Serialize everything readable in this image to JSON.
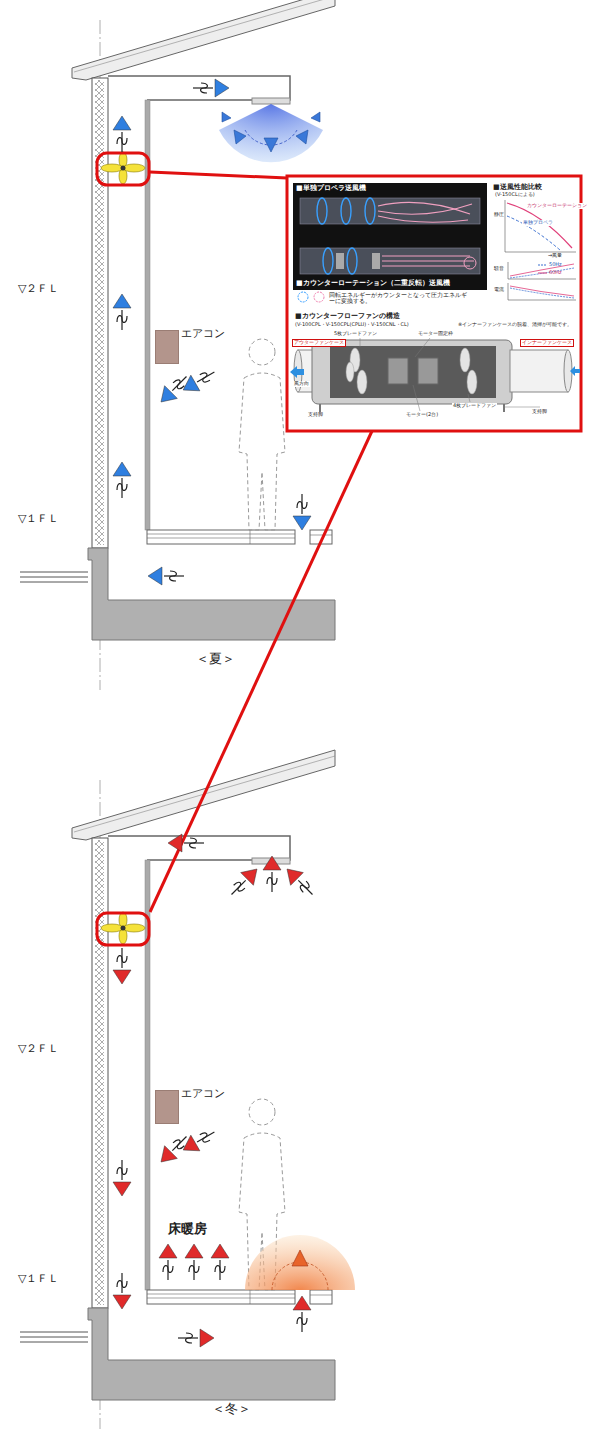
{
  "diagram": {
    "nodes": [
      {
        "text": [
          "■単独プロペラ送風機",
          "■カウンターローテーション（二重反転）送風機",
          "回転エネルギーがカウンターとなって圧力エネルギーに変換する。"
        ]
      },
      {
        "text": [
          "■送風性能比較",
          "(V-150CLによる)"
        ]
      },
      {
        "text": [
          "■カウンターフローファンの構造"
        ]
      },
      {
        "text": [
          "エアコン"
        ]
      },
      {
        "text": [
          "エアコン"
        ]
      }
    ],
    "labels": [
      "▽２ＦＬ",
      "▽１ＦＬ",
      "＜夏＞",
      "▽２ＦＬ",
      "▽１ＦＬ",
      "床暖房",
      "＜冬＞",
      "カウンターローテーション",
      "単独プロペラ",
      "→風量",
      "50Hz",
      "60Hz",
      "静圧",
      "騒音",
      "電流",
      "(V-100CPL・V-150CPL(CPLU)・V-150CNL・CL)",
      "※インナーファンケースの脱着、清掃が可能です。",
      "5枚ブレードファン",
      "モーター固定枠",
      "アウターファンケース",
      "インナーファンケース",
      "風方向",
      "モーター(2台)",
      "4枚ブレードファン",
      "支持脚",
      "支持脚"
    ]
  }
}
